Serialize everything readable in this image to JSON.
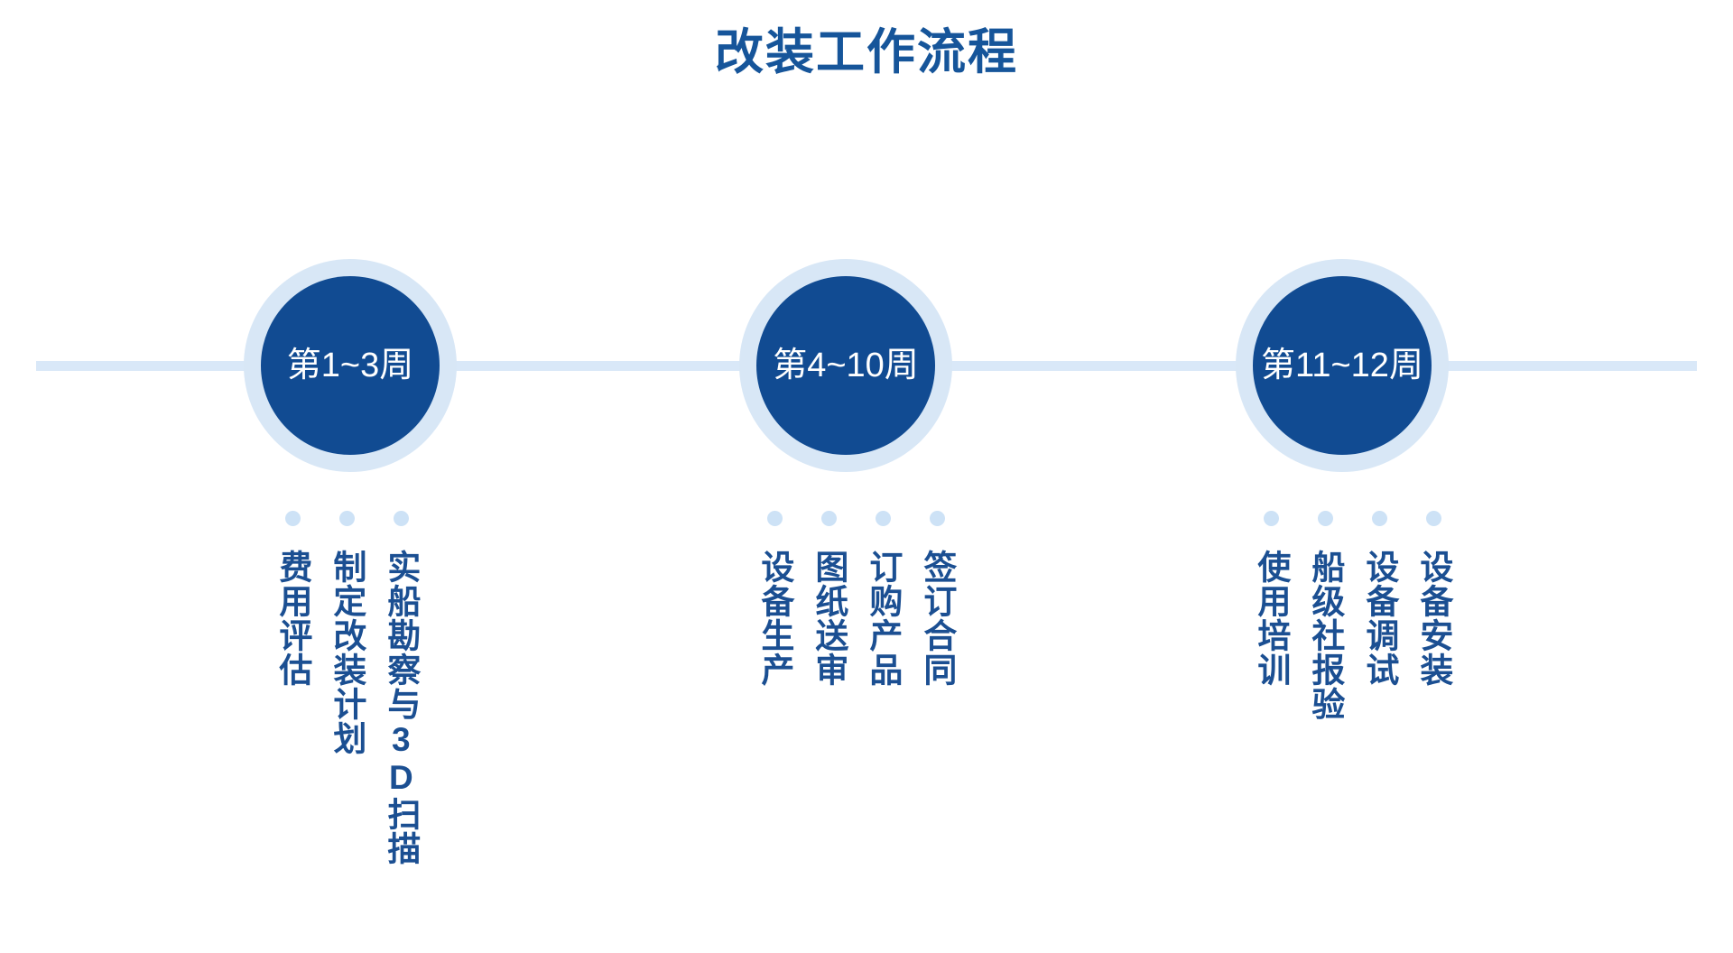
{
  "title": "改装工作流程",
  "colors": {
    "title": "#16559a",
    "node_fill": "#114b92",
    "node_ring": "#d8e7f6",
    "rail": "#d9e8f8",
    "dot": "#cde2f6",
    "step_text": "#1b4f92",
    "node_label_text": "#ffffff",
    "background": "#ffffff"
  },
  "timeline": {
    "rail_name": "timeline-rail",
    "phases": [
      {
        "id": "phase-1",
        "node_label": "第1~3周",
        "steps": [
          {
            "label": "实船勘察与3D扫描"
          },
          {
            "label": "制定改装计划"
          },
          {
            "label": "费用评估"
          }
        ]
      },
      {
        "id": "phase-2",
        "node_label": "第4~10周",
        "steps": [
          {
            "label": "签订合同"
          },
          {
            "label": "订购产品"
          },
          {
            "label": "图纸送审"
          },
          {
            "label": "设备生产"
          }
        ]
      },
      {
        "id": "phase-3",
        "node_label": "第11~12周",
        "steps": [
          {
            "label": "设备安装"
          },
          {
            "label": "设备调试"
          },
          {
            "label": "船级社报验"
          },
          {
            "label": "使用培训"
          }
        ]
      }
    ]
  }
}
